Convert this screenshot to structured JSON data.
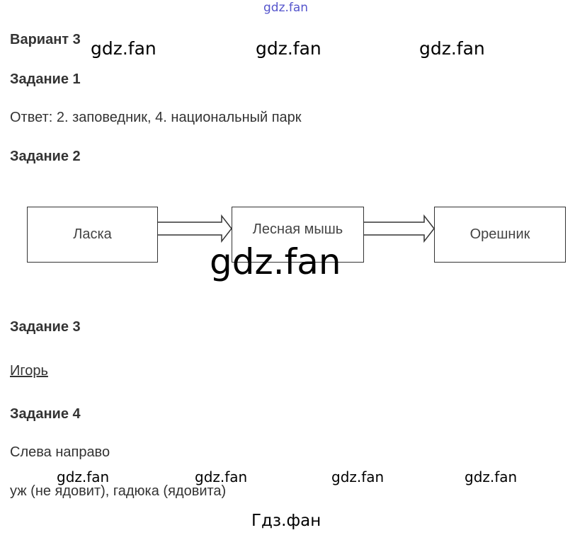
{
  "watermark_top": "gdz.fan",
  "title": "Вариант 3",
  "watermarks_row1": [
    "gdz.fan",
    "gdz.fan",
    "gdz.fan"
  ],
  "task1": {
    "heading": "Задание 1",
    "answer": "Ответ: 2. заповедник, 4. национальный парк"
  },
  "task2": {
    "heading": "Задание 2",
    "chain": [
      "Ласка",
      "Лесная мышь",
      "Орешник"
    ]
  },
  "watermark_center": "gdz.fan",
  "task3": {
    "heading": "Задание 3",
    "answer": "Игорь"
  },
  "task4": {
    "heading": "Задание 4",
    "line1": "Слева направо",
    "line2": "уж (не ядовит), гадюка (ядовита)"
  },
  "watermarks_row2": [
    "gdz.fan",
    "gdz.fan",
    "gdz.fan",
    "gdz.fan"
  ],
  "watermark_bottom": "Гдз.фан"
}
